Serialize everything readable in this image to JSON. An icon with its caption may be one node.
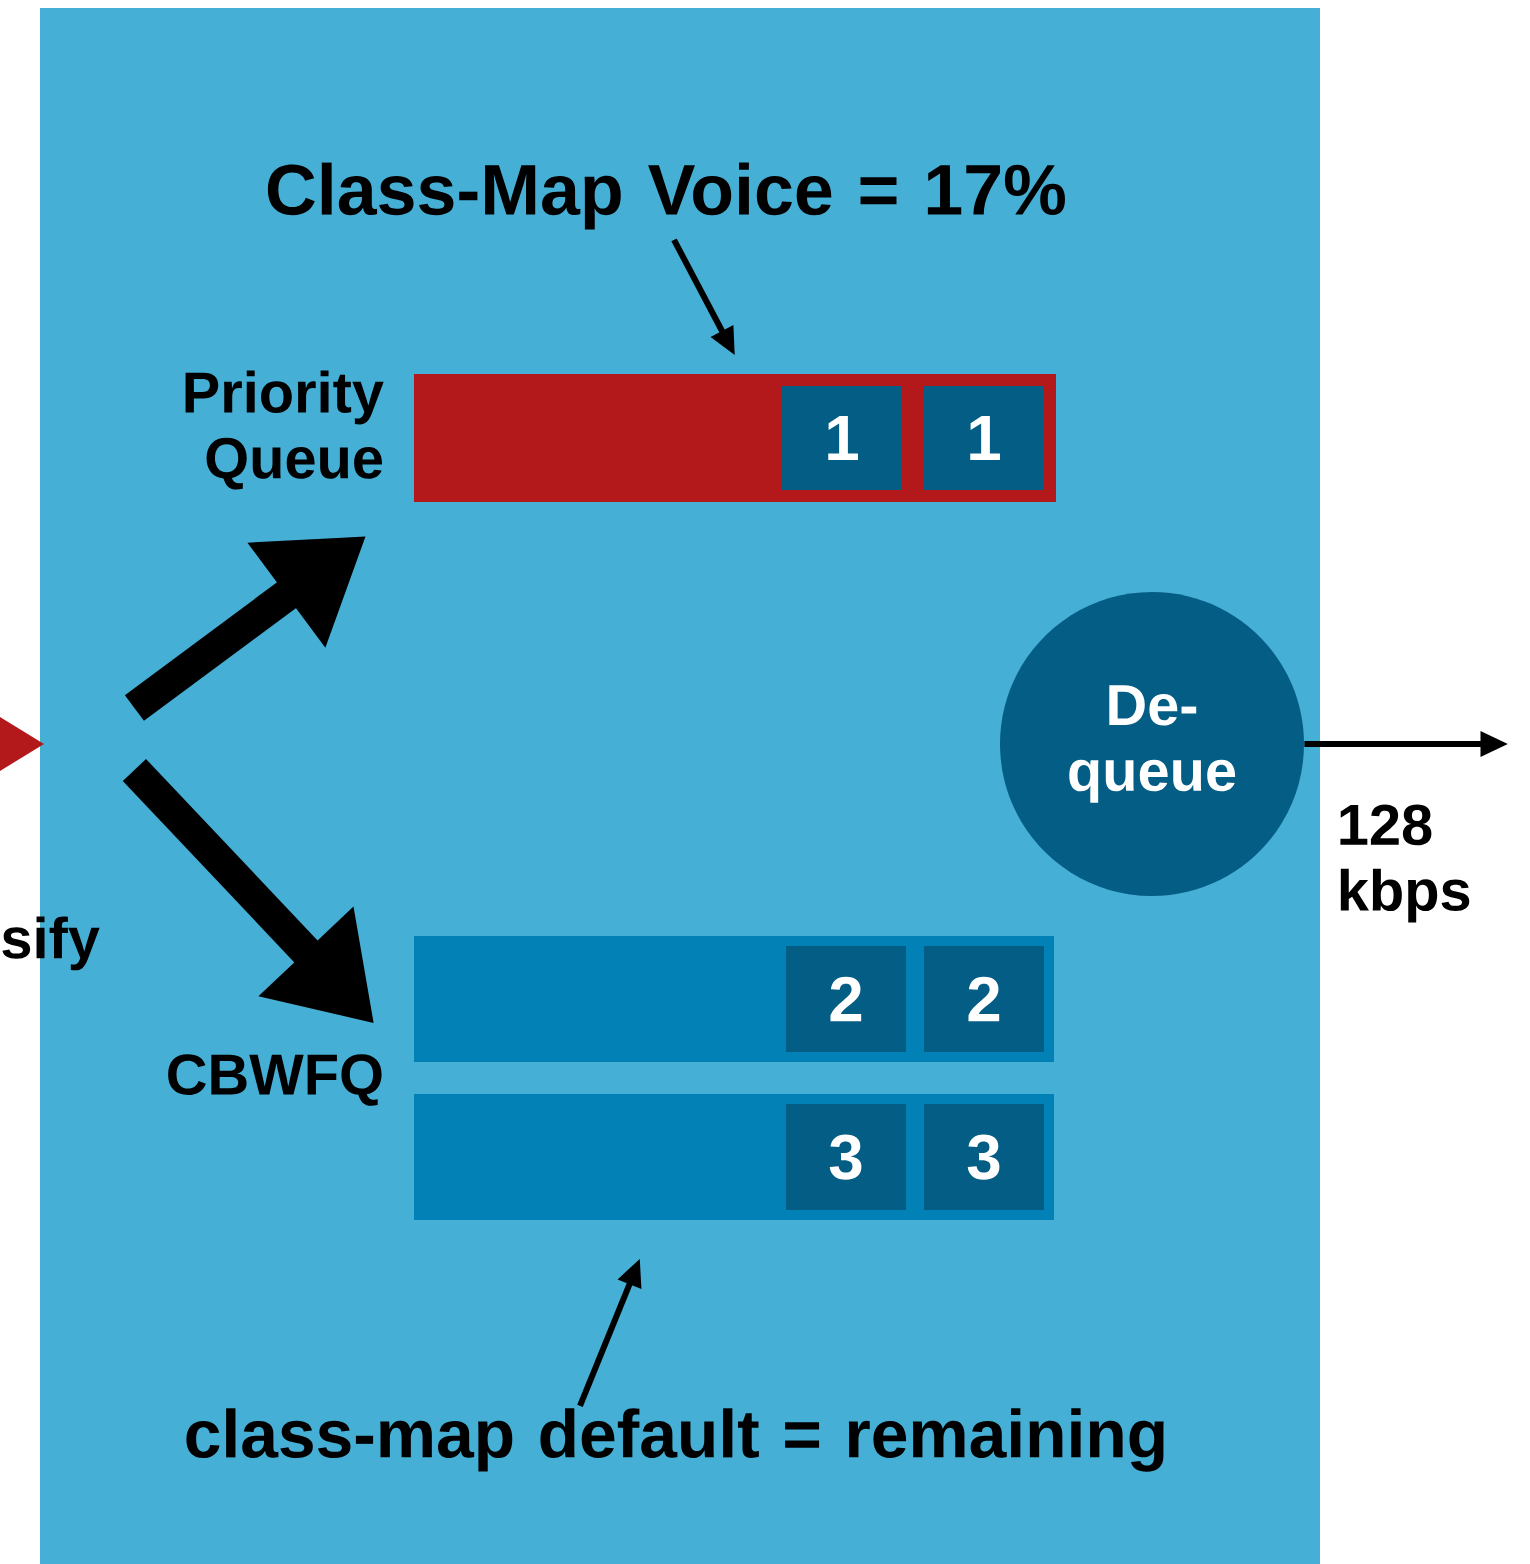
{
  "diagram": {
    "nodes": [
      {
        "text": [],
        "shape": "triangle",
        "beside": [
          "sify"
        ]
      },
      {
        "text": [
          "Class-Map Voice = 17%"
        ]
      },
      {
        "text": [
          "Priority Queue"
        ]
      },
      {
        "text": [],
        "shape": "bar"
      },
      {
        "text": [
          "1"
        ],
        "in": 3
      },
      {
        "text": [
          "1"
        ],
        "in": 3
      },
      {
        "text": [
          "De- queue"
        ]
      },
      {
        "text": [
          "CBWFQ"
        ]
      },
      {
        "text": [],
        "shape": "bar"
      },
      {
        "text": [
          "2"
        ],
        "in": 8
      },
      {
        "text": [
          "2"
        ],
        "in": 8
      },
      {
        "text": [],
        "shape": "bar"
      },
      {
        "text": [
          "3"
        ],
        "in": 11
      },
      {
        "text": [
          "3"
        ],
        "in": 11
      },
      {
        "text": [
          "class-map default = remaining"
        ]
      }
    ],
    "edges": [
      {
        "from": 1,
        "to": 3,
        "arrow": "to"
      },
      {
        "from": 0,
        "to": 2,
        "arrow": "to",
        "style": "thick"
      },
      {
        "from": 0,
        "to": 7,
        "arrow": "to",
        "style": "thick"
      },
      {
        "from": 6,
        "to": null,
        "arrow": "to",
        "label": "128 kbps"
      },
      {
        "from": 14,
        "to": 11,
        "arrow": "to"
      }
    ]
  }
}
